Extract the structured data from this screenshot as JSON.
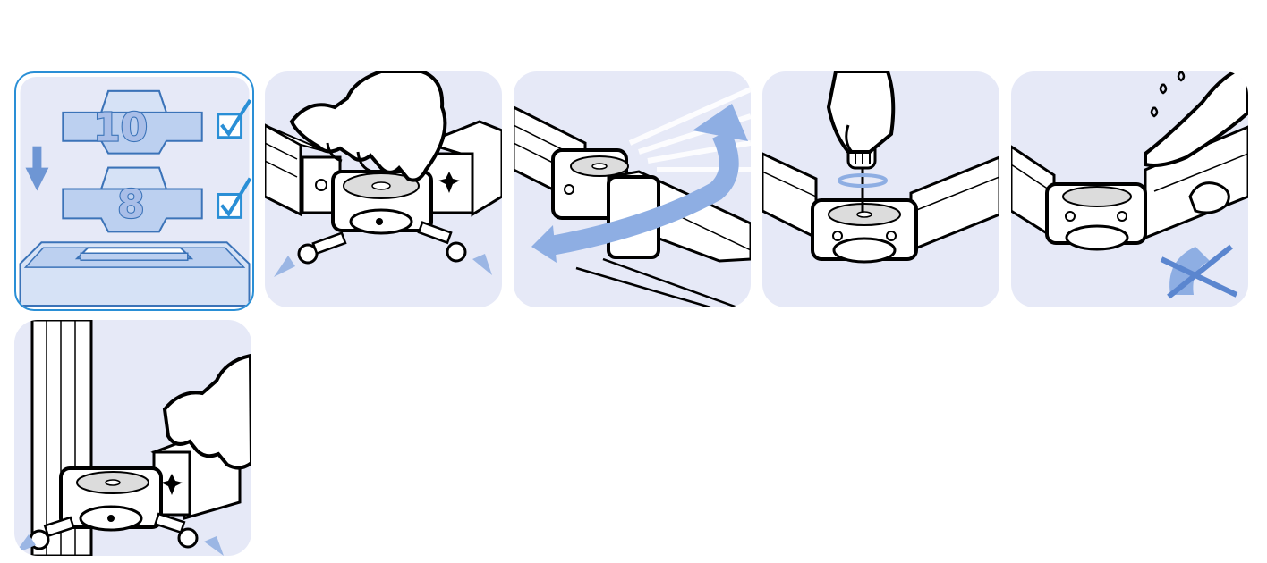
{
  "colors": {
    "panel_bg": "#e6e9f7",
    "accent_blue": "#2a8fd6",
    "arrow_blue": "#9bb6e4",
    "line": "#000000",
    "profile_fill": "#ffffff"
  },
  "panels": [
    {
      "id": "step-select-size",
      "labels": {
        "size_top": "10",
        "size_bottom": "8"
      }
    },
    {
      "id": "step-insert-bolts"
    },
    {
      "id": "step-rotate-profile"
    },
    {
      "id": "step-tighten-screw"
    },
    {
      "id": "step-no-hammer"
    },
    {
      "id": "step-mount-vertical"
    }
  ]
}
